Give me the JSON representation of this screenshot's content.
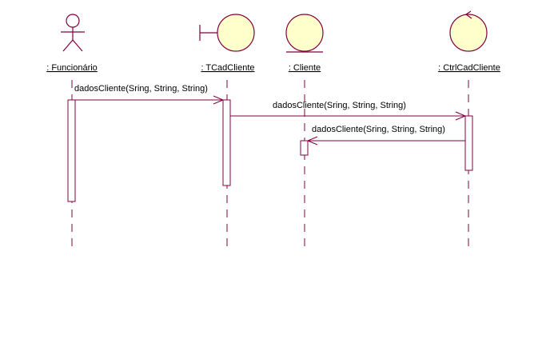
{
  "colors": {
    "line": "#800040",
    "fill": "#ffffcc",
    "text": "#000000",
    "background": "#ffffff"
  },
  "participants": [
    {
      "id": "funcionario",
      "kind": "actor",
      "label": ": Funcionário"
    },
    {
      "id": "tcadcliente",
      "kind": "boundary",
      "label": ": TCadCliente"
    },
    {
      "id": "cliente",
      "kind": "entity",
      "label": ": Cliente"
    },
    {
      "id": "ctrlcadcliente",
      "kind": "control",
      "label": ": CtrlCadCliente"
    }
  ],
  "messages": [
    {
      "from": "funcionario",
      "to": "tcadcliente",
      "label": "dadosCliente(Sring, String, String)"
    },
    {
      "from": "tcadcliente",
      "to": "ctrlcadcliente",
      "label": "dadosCliente(Sring, String, String)"
    },
    {
      "from": "ctrlcadcliente",
      "to": "cliente",
      "label": "dadosCliente(Sring, String, String)"
    }
  ]
}
